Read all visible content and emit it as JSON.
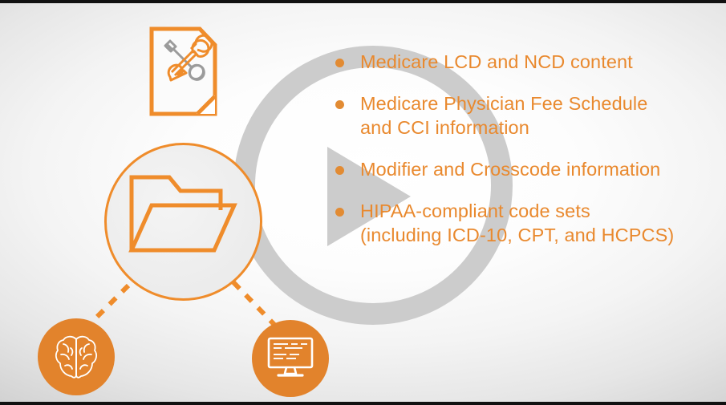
{
  "slide": {
    "background_edge_color": "#111111",
    "accent_orange": "#e9892e",
    "ring_gray": "#cccccc",
    "circle_fill_orange": "#e2832c"
  },
  "bullets": [
    {
      "id": "bullet-1",
      "text": "Medicare LCD and NCD content"
    },
    {
      "id": "bullet-2",
      "text": "Medicare Physician Fee Schedule\nand CCI information"
    },
    {
      "id": "bullet-3",
      "text": "Modifier and Crosscode information"
    },
    {
      "id": "bullet-4",
      "text": "HIPAA-compliant code sets\n(including ICD-10, CPT, and HCPCS)"
    }
  ],
  "icons": {
    "document_tools": "document-with-tools-icon",
    "folder": "open-folder-icon",
    "brain": "brain-icon",
    "monitor": "desktop-monitor-icon",
    "play": "play-triangle-icon",
    "ring": "circular-ring-outline"
  }
}
